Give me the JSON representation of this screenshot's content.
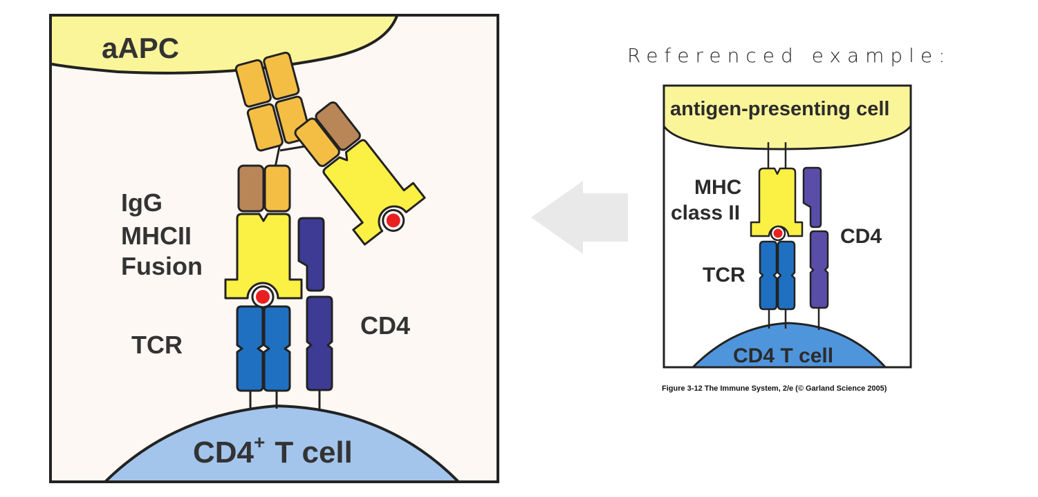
{
  "left_panel": {
    "apc_label": "aAPC",
    "fusion_label": [
      "IgG",
      "MHCII",
      "Fusion"
    ],
    "tcr_label": "TCR",
    "cd4_label": "CD4",
    "tcell_label_main": "CD4",
    "tcell_label_sup": "+",
    "tcell_label_rest": "T cell"
  },
  "right_panel": {
    "title": "Referenced example:",
    "apc_label": "antigen-presenting cell",
    "mhc_label": [
      "MHC",
      "class II"
    ],
    "cd4_label": "CD4",
    "tcr_label": "TCR",
    "tcell_label": "CD4 T cell",
    "caption": "Figure 3-12  The Immune System, 2/e (© Garland Science 2005)"
  },
  "colors": {
    "panel_bg": "#fdf8f3",
    "apc_yellow": "#fbf59a",
    "ig_orange": "#f4be45",
    "ig_brown": "#b98658",
    "mhc_yellow": "#fbf044",
    "tcr_blue": "#1f70c1",
    "cd4_purple": "#3d3b94",
    "tcell_blue": "#a3c5ec",
    "peptide_red": "#e82020",
    "arrow_gray": "#e9e9e9"
  }
}
